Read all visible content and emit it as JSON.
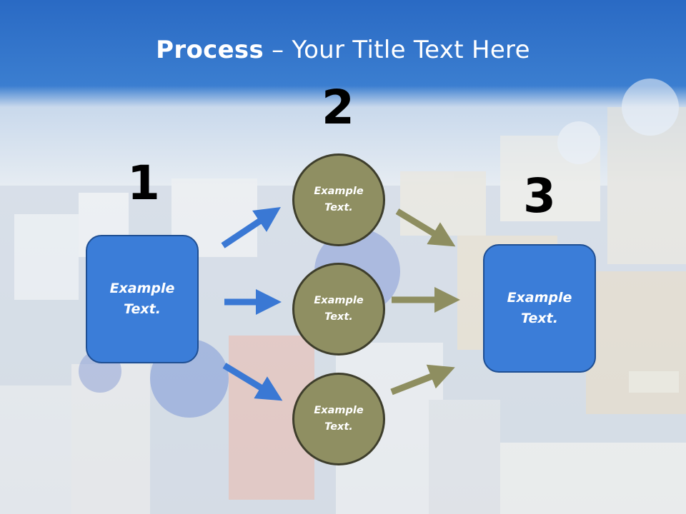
{
  "title": {
    "bold": "Process",
    "rest": " – Your Title Text Here"
  },
  "steps": [
    {
      "number": "1",
      "text_line1": "Example",
      "text_line2": "Text."
    },
    {
      "number": "2"
    },
    {
      "number": "3",
      "text_line1": "Example",
      "text_line2": "Text."
    }
  ],
  "circles": [
    {
      "text_line1": "Example",
      "text_line2": "Text."
    },
    {
      "text_line1": "Example",
      "text_line2": "Text."
    },
    {
      "text_line1": "Example",
      "text_line2": "Text."
    }
  ],
  "colors": {
    "box_fill": "#3b7dd8",
    "circle_fill": "#8f8f62",
    "blue_arrow": "#3a78d4",
    "olive_arrow": "#8e8e60"
  }
}
